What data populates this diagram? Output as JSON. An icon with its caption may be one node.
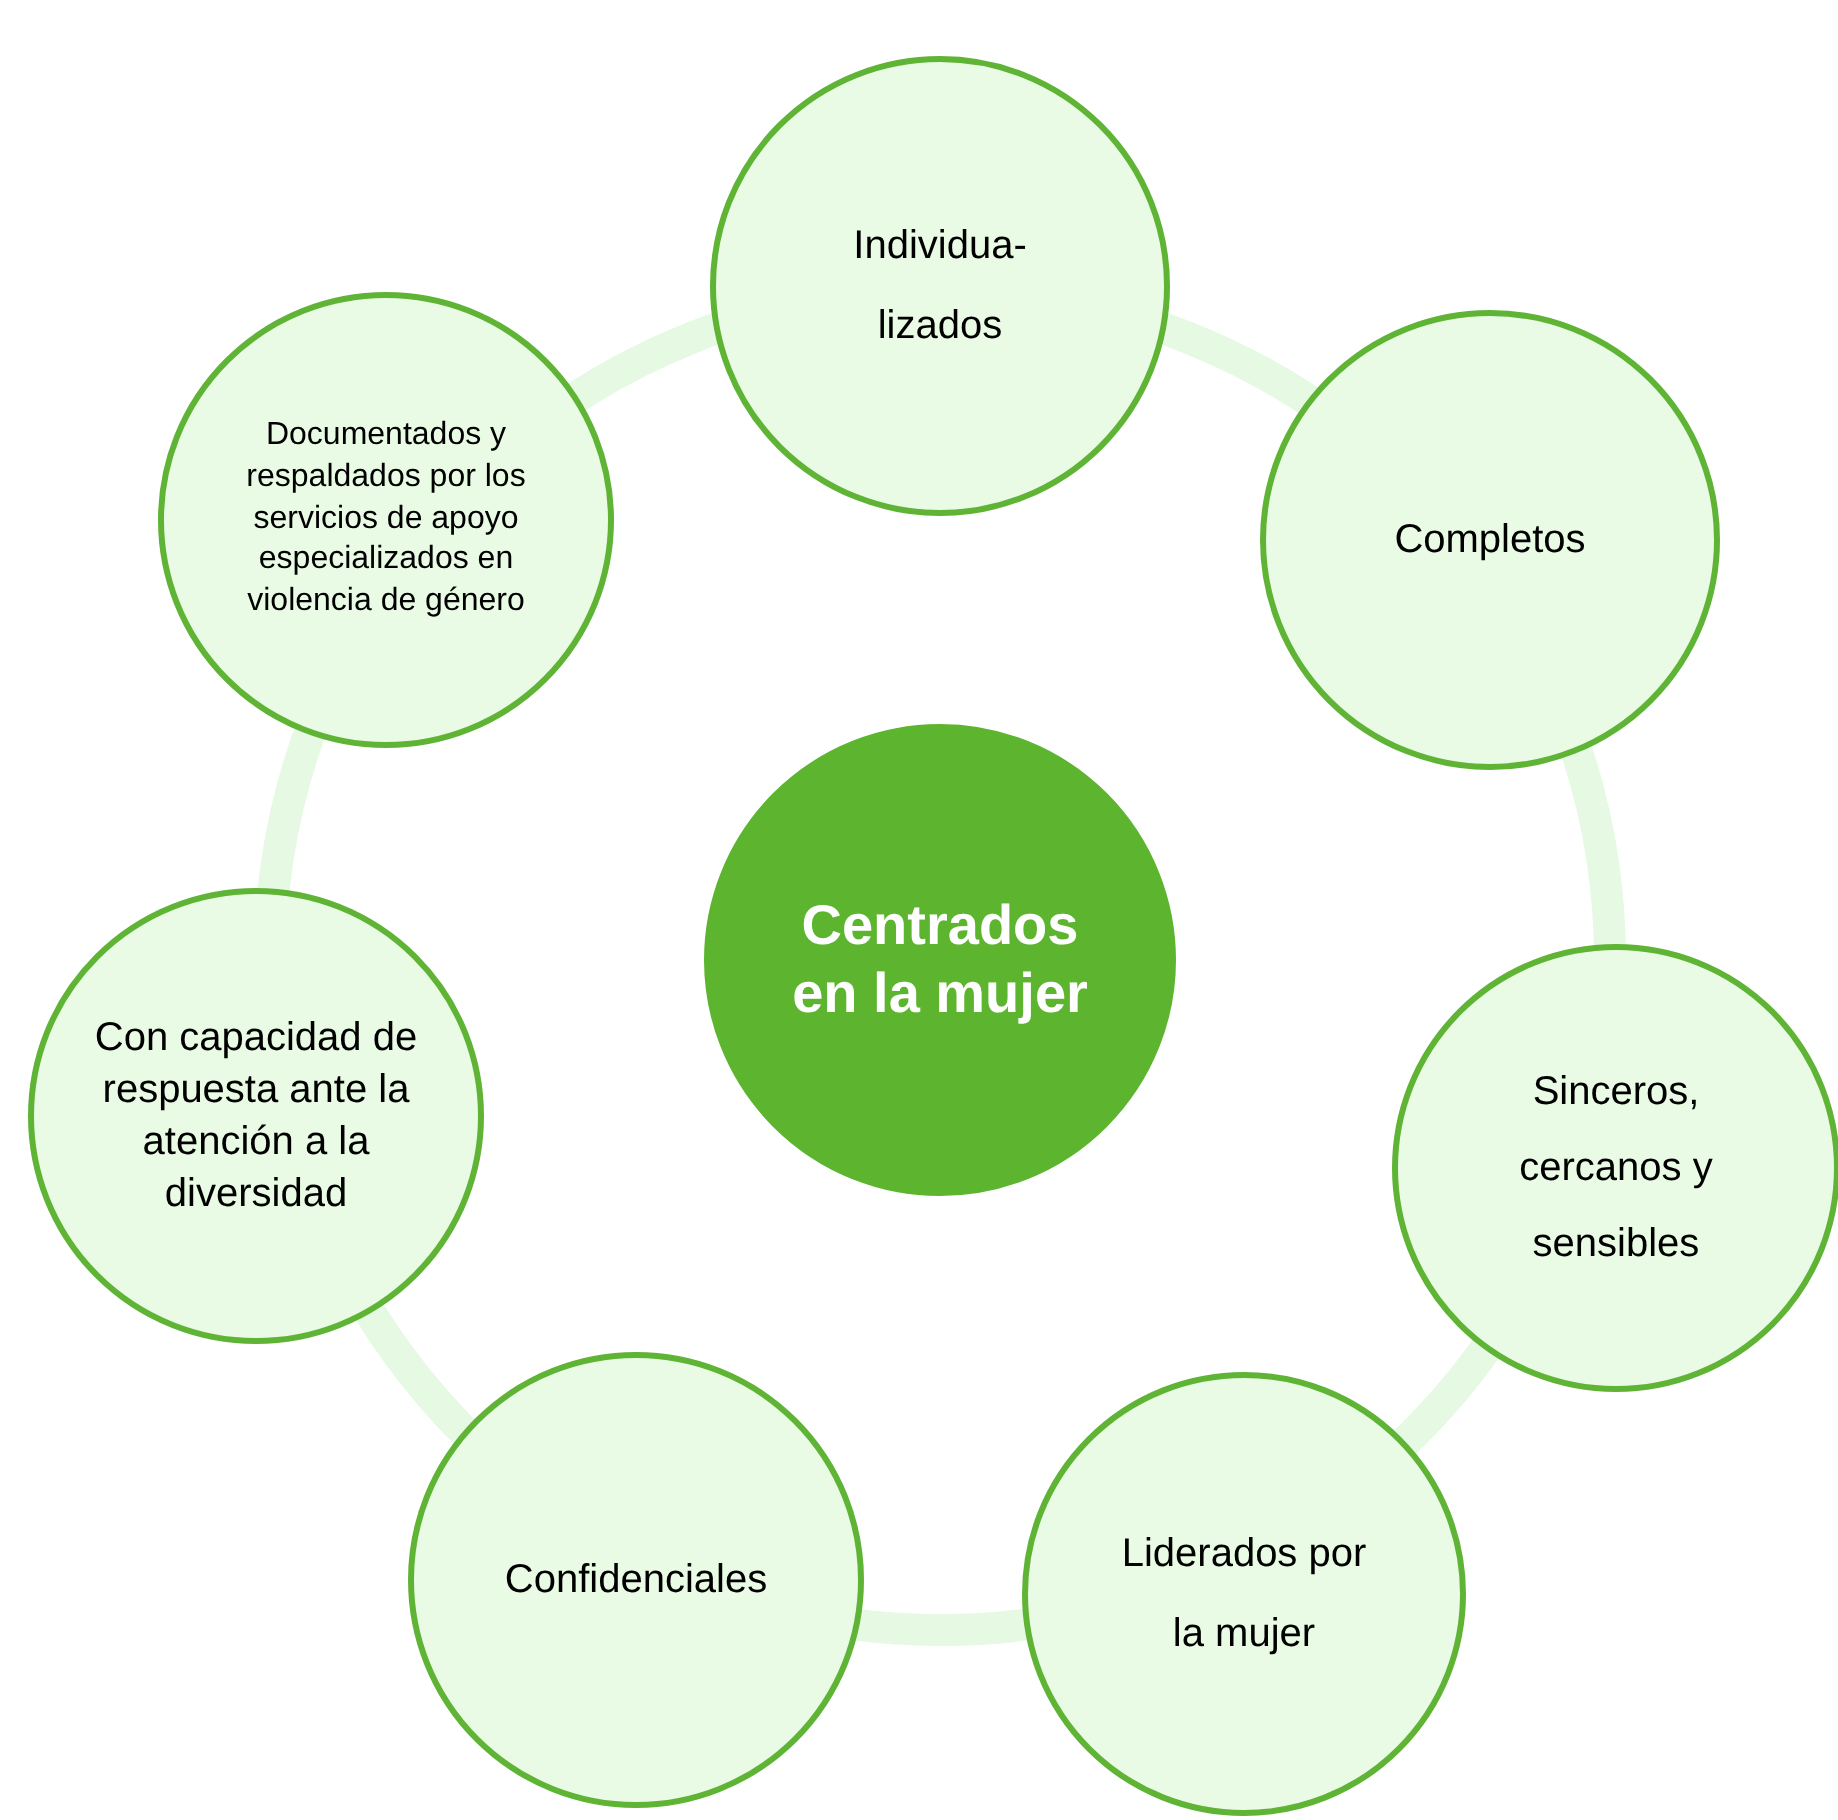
{
  "diagram": {
    "nodes": [
      {
        "text": [
          "Centrados en la mujer"
        ]
      },
      {
        "text": [
          "Individua- lizados"
        ]
      },
      {
        "text": [
          "Completos"
        ]
      },
      {
        "text": [
          "Sinceros, cercanos y sensibles"
        ]
      },
      {
        "text": [
          "Liderados por la mujer"
        ]
      },
      {
        "text": [
          "Confidenciales"
        ]
      },
      {
        "text": [
          "Con capacidad de respuesta ante la atención a la diversidad"
        ]
      },
      {
        "text": [
          "Documentados y respaldados por los servicios de apoyo especializados en violencia de género"
        ]
      }
    ]
  }
}
